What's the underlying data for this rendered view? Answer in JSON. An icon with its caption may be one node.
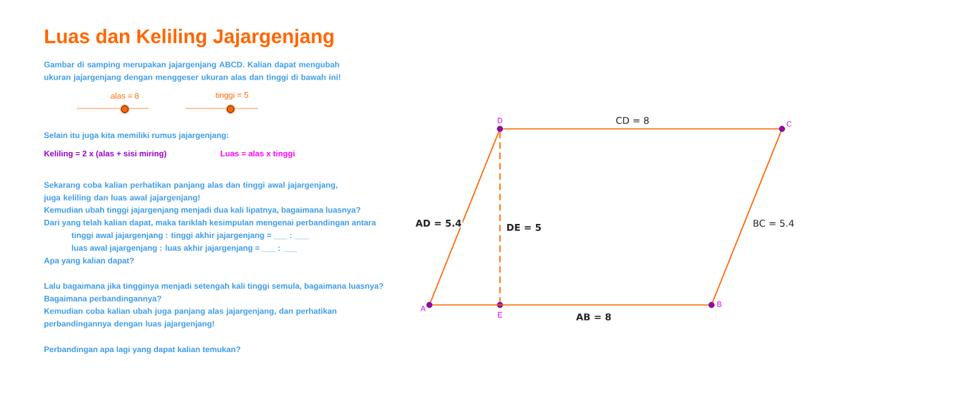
{
  "diagram": {
    "title": "Luas dan Keliling Jajargenjang",
    "nodes": [
      {
        "text": [],
        "shape": "circle",
        "beside": [
          "D"
        ]
      },
      {
        "text": [],
        "shape": "circle",
        "beside": [
          "C"
        ]
      },
      {
        "text": [],
        "shape": "circle",
        "beside": [
          "A"
        ]
      },
      {
        "text": [],
        "shape": "circle",
        "beside": [
          "E"
        ]
      },
      {
        "text": [],
        "shape": "circle",
        "beside": [
          "B"
        ]
      }
    ],
    "edges": [
      {
        "from": 2,
        "to": 4,
        "arrow": "none",
        "label": "AB = 8"
      },
      {
        "from": 4,
        "to": 1,
        "arrow": "none",
        "label": "BC = 5.4"
      },
      {
        "from": 1,
        "to": 0,
        "arrow": "none",
        "label": "CD = 8"
      },
      {
        "from": 0,
        "to": 2,
        "arrow": "none",
        "label": "AD = 5.4"
      },
      {
        "from": 0,
        "to": 3,
        "arrow": "none",
        "label": "DE = 5",
        "style": "dashed"
      }
    ],
    "labels": [
      "Gambar di samping merupakan jajargenjang ABCD. Kalian dapat mengubah ukuran jajargenjang dengan menggeser ukuran alas dan tinggi di bawah ini!",
      "alas = 8",
      "tinggi = 5",
      "Selain itu juga kita memiliki rumus jajargenjang:",
      "Keliling = 2 x (alas + sisi miring)",
      "Luas = alas x tinggi",
      "Sekarang coba kalian perhatikan panjang alas dan tinggi awal jajargenjang, juga keliling dan luas awal jajargenjang!",
      "Kemudian ubah tinggi jajargenjang menjadi dua kali lipatnya, bagaimana luasnya?",
      "Dari yang telah kalian dapat, maka tariklah kesimpulan mengenai perbandingan antara",
      "tinggi awal jajargenjang : tinggi akhir jajargenjang = ___  :  ___",
      "luas awal jajargenjang  : luas akhir jajargenjang = ___  :  ___",
      "Apa yang kalian dapat?",
      "Lalu bagaimana jika  tingginya menjadi setengah kali tinggi semula, bagaimana luasnya?",
      "Bagaimana perbandingannya?",
      "Kemudian coba kalian ubah juga panjang alas jajargenjang, dan perhatikan perbandingannya dengan luas jajargenjang!",
      "Perbandingan apa lagi yang dapat kalian temukan?"
    ]
  }
}
